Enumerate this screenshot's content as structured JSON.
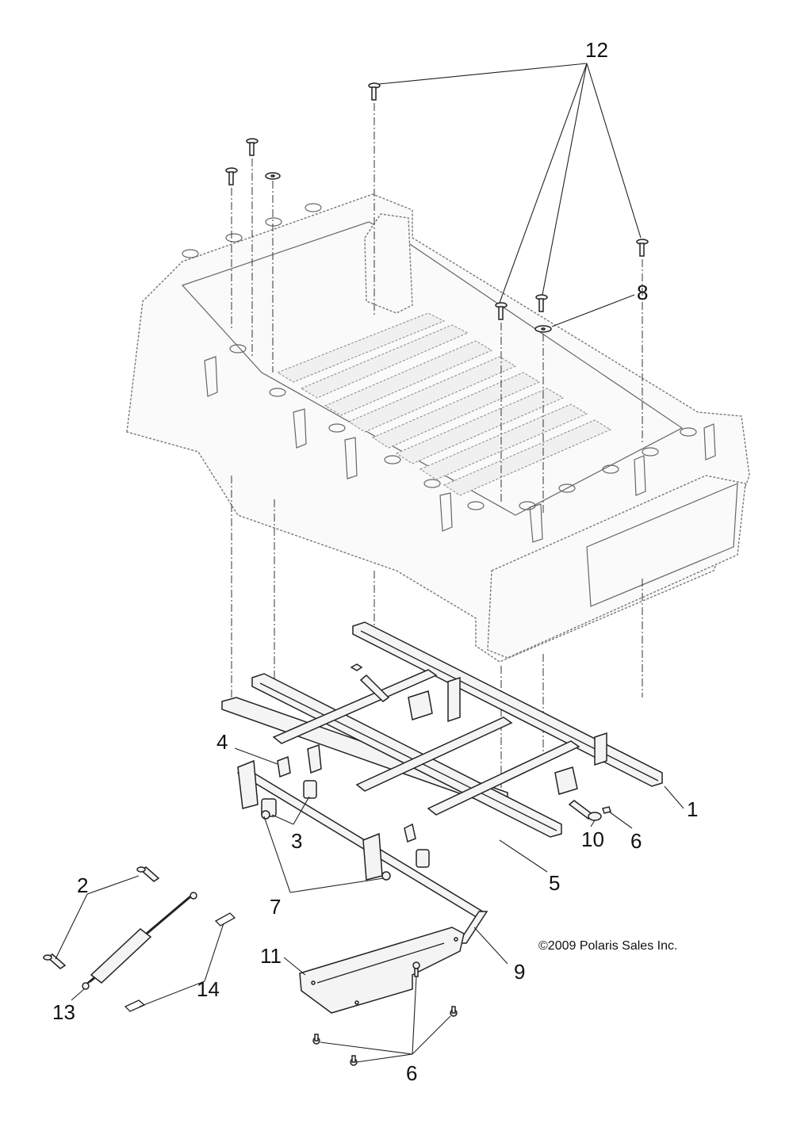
{
  "diagram": {
    "callouts": {
      "c1": "1",
      "c2": "2",
      "c3": "3",
      "c4": "4",
      "c5": "5",
      "c6a": "6",
      "c6b": "6",
      "c7": "7",
      "c8": "8",
      "c9": "9",
      "c10": "10",
      "c11": "11",
      "c12": "12",
      "c13": "13",
      "c14": "14"
    },
    "copyright": "©2009 Polaris Sales Inc."
  }
}
